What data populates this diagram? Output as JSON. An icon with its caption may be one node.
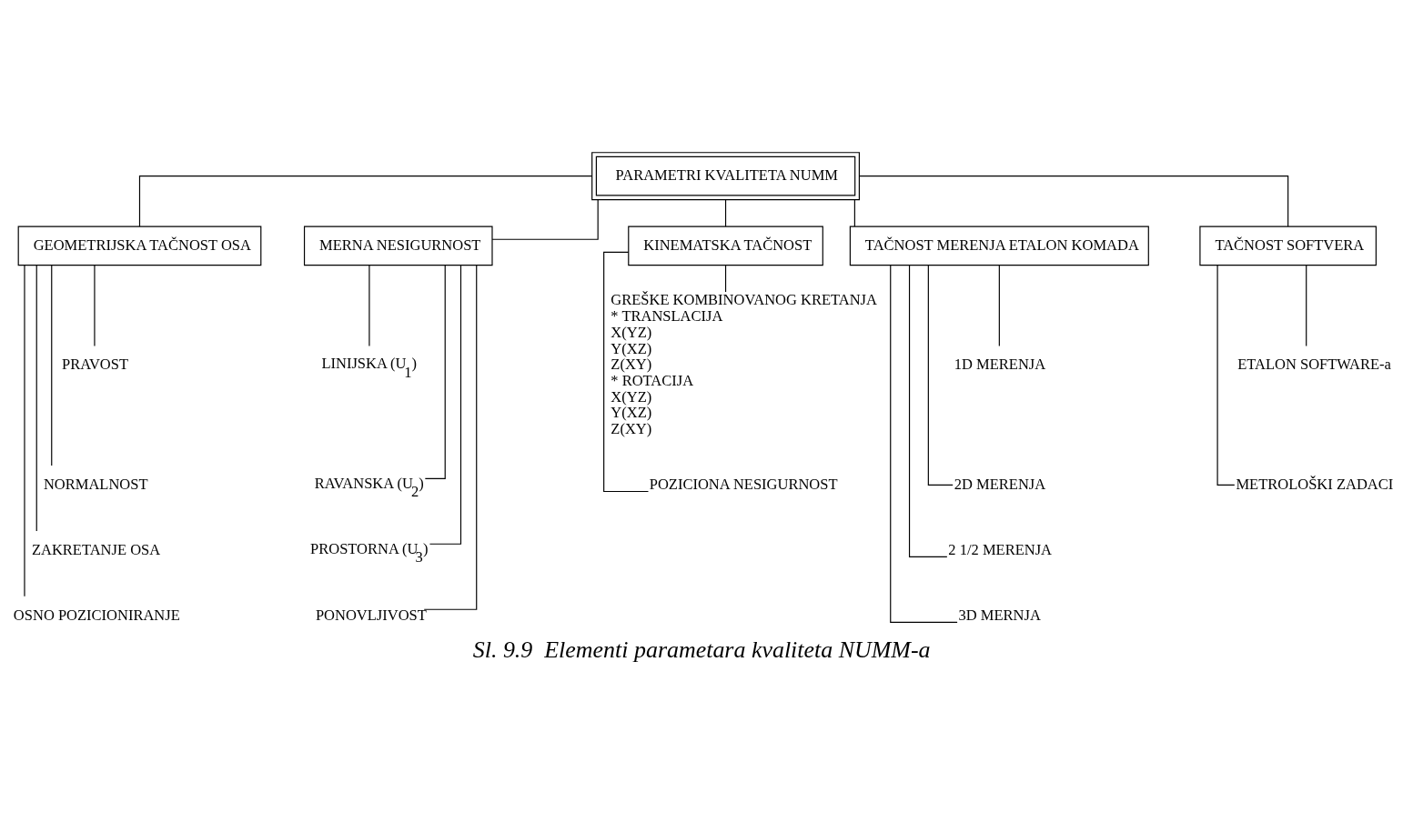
{
  "diagram": {
    "caption": "Sl. 9.9  Elementi parametara kvaliteta NUMM-a",
    "nodes": [
      {
        "text": [
          "PARAMETRI KVALITETA NUMM"
        ]
      },
      {
        "text": [
          "GEOMETRIJSKA TAČNOST OSA"
        ]
      },
      {
        "text": [
          "PRAVOST"
        ]
      },
      {
        "text": [
          "NORMALNOST"
        ]
      },
      {
        "text": [
          "ZAKRETANJE OSA"
        ]
      },
      {
        "text": [
          "OSNO POZICIONIRANJE"
        ]
      },
      {
        "text": [
          "MERNA NESIGURNOST"
        ]
      },
      {
        "text": [
          "LINIJSKA (U$_{1}$)"
        ]
      },
      {
        "text": [
          "RAVANSKA (U$_{2}$)"
        ]
      },
      {
        "text": [
          "PROSTORNA (U$_{3}$)"
        ]
      },
      {
        "text": [
          "PONOVLJIVOST"
        ]
      },
      {
        "text": [
          "KINEMATSKA TAČNOST"
        ]
      },
      {
        "text": [
          "GREŠKE KOMBINOVANOG KRETANJA",
          "* TRANSLACIJA",
          "X(YZ)",
          "Y(XZ)",
          "Z(XY)",
          "* ROTACIJA",
          "X(YZ)",
          "Y(XZ)",
          "Z(XY)"
        ]
      },
      {
        "text": [
          "POZICIONA NESIGURNOST"
        ]
      },
      {
        "text": [
          "TAČNOST MERENJA ETALON KOMADA"
        ]
      },
      {
        "text": [
          "1D MERENJA"
        ]
      },
      {
        "text": [
          "2D MERENJA"
        ]
      },
      {
        "text": [
          "2 1/2 MERENJA"
        ]
      },
      {
        "text": [
          "3D MERNJA"
        ]
      },
      {
        "text": [
          "TAČNOST SOFTVERA"
        ]
      },
      {
        "text": [
          "ETALON SOFTWARE-a"
        ]
      },
      {
        "text": [
          "METROLOŠKI ZADACI"
        ]
      }
    ],
    "edges": [
      {
        "from": 0,
        "to": 1,
        "arrow": "none"
      },
      {
        "from": 0,
        "to": 6,
        "arrow": "none"
      },
      {
        "from": 0,
        "to": 11,
        "arrow": "none"
      },
      {
        "from": 0,
        "to": 14,
        "arrow": "none"
      },
      {
        "from": 0,
        "to": 19,
        "arrow": "none"
      },
      {
        "from": 1,
        "to": 2,
        "arrow": "none"
      },
      {
        "from": 1,
        "to": 3,
        "arrow": "none"
      },
      {
        "from": 1,
        "to": 4,
        "arrow": "none"
      },
      {
        "from": 1,
        "to": 5,
        "arrow": "none"
      },
      {
        "from": 6,
        "to": 7,
        "arrow": "none"
      },
      {
        "from": 6,
        "to": 8,
        "arrow": "none"
      },
      {
        "from": 6,
        "to": 9,
        "arrow": "none"
      },
      {
        "from": 6,
        "to": 10,
        "arrow": "none"
      },
      {
        "from": 11,
        "to": 12,
        "arrow": "none"
      },
      {
        "from": 11,
        "to": 13,
        "arrow": "none"
      },
      {
        "from": 14,
        "to": 15,
        "arrow": "none"
      },
      {
        "from": 14,
        "to": 16,
        "arrow": "none"
      },
      {
        "from": 14,
        "to": 17,
        "arrow": "none"
      },
      {
        "from": 14,
        "to": 18,
        "arrow": "none"
      },
      {
        "from": 19,
        "to": 20,
        "arrow": "none"
      },
      {
        "from": 19,
        "to": 21,
        "arrow": "none"
      }
    ]
  }
}
